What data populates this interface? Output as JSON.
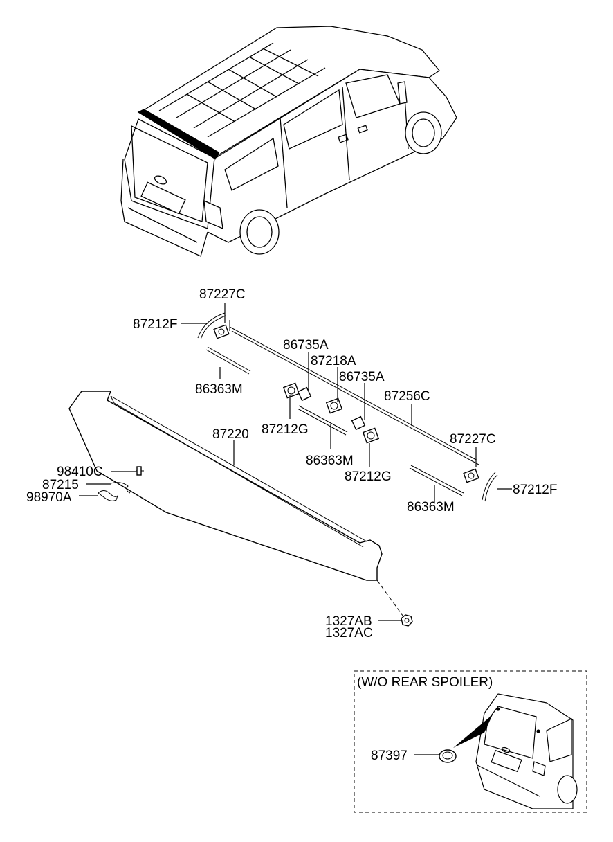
{
  "diagram": {
    "labels": {
      "p87227C_top": "87227C",
      "p87212F_left": "87212F",
      "p86735A_1": "86735A",
      "p87218A": "87218A",
      "p86735A_2": "86735A",
      "p87256C": "87256C",
      "p86363M_left": "86363M",
      "p87212G_left": "87212G",
      "p87220": "87220",
      "p87227C_right": "87227C",
      "p86363M_mid": "86363M",
      "p87212G_right": "87212G",
      "p87212F_right": "87212F",
      "p86363M_right": "86363M",
      "p98410C": "98410C",
      "p87215": "87215",
      "p98970A": "98970A",
      "p1327AB": "1327AB",
      "p1327AC": "1327AC",
      "p87397": "87397"
    },
    "inset": {
      "title": "(W/O REAR SPOILER)"
    }
  }
}
